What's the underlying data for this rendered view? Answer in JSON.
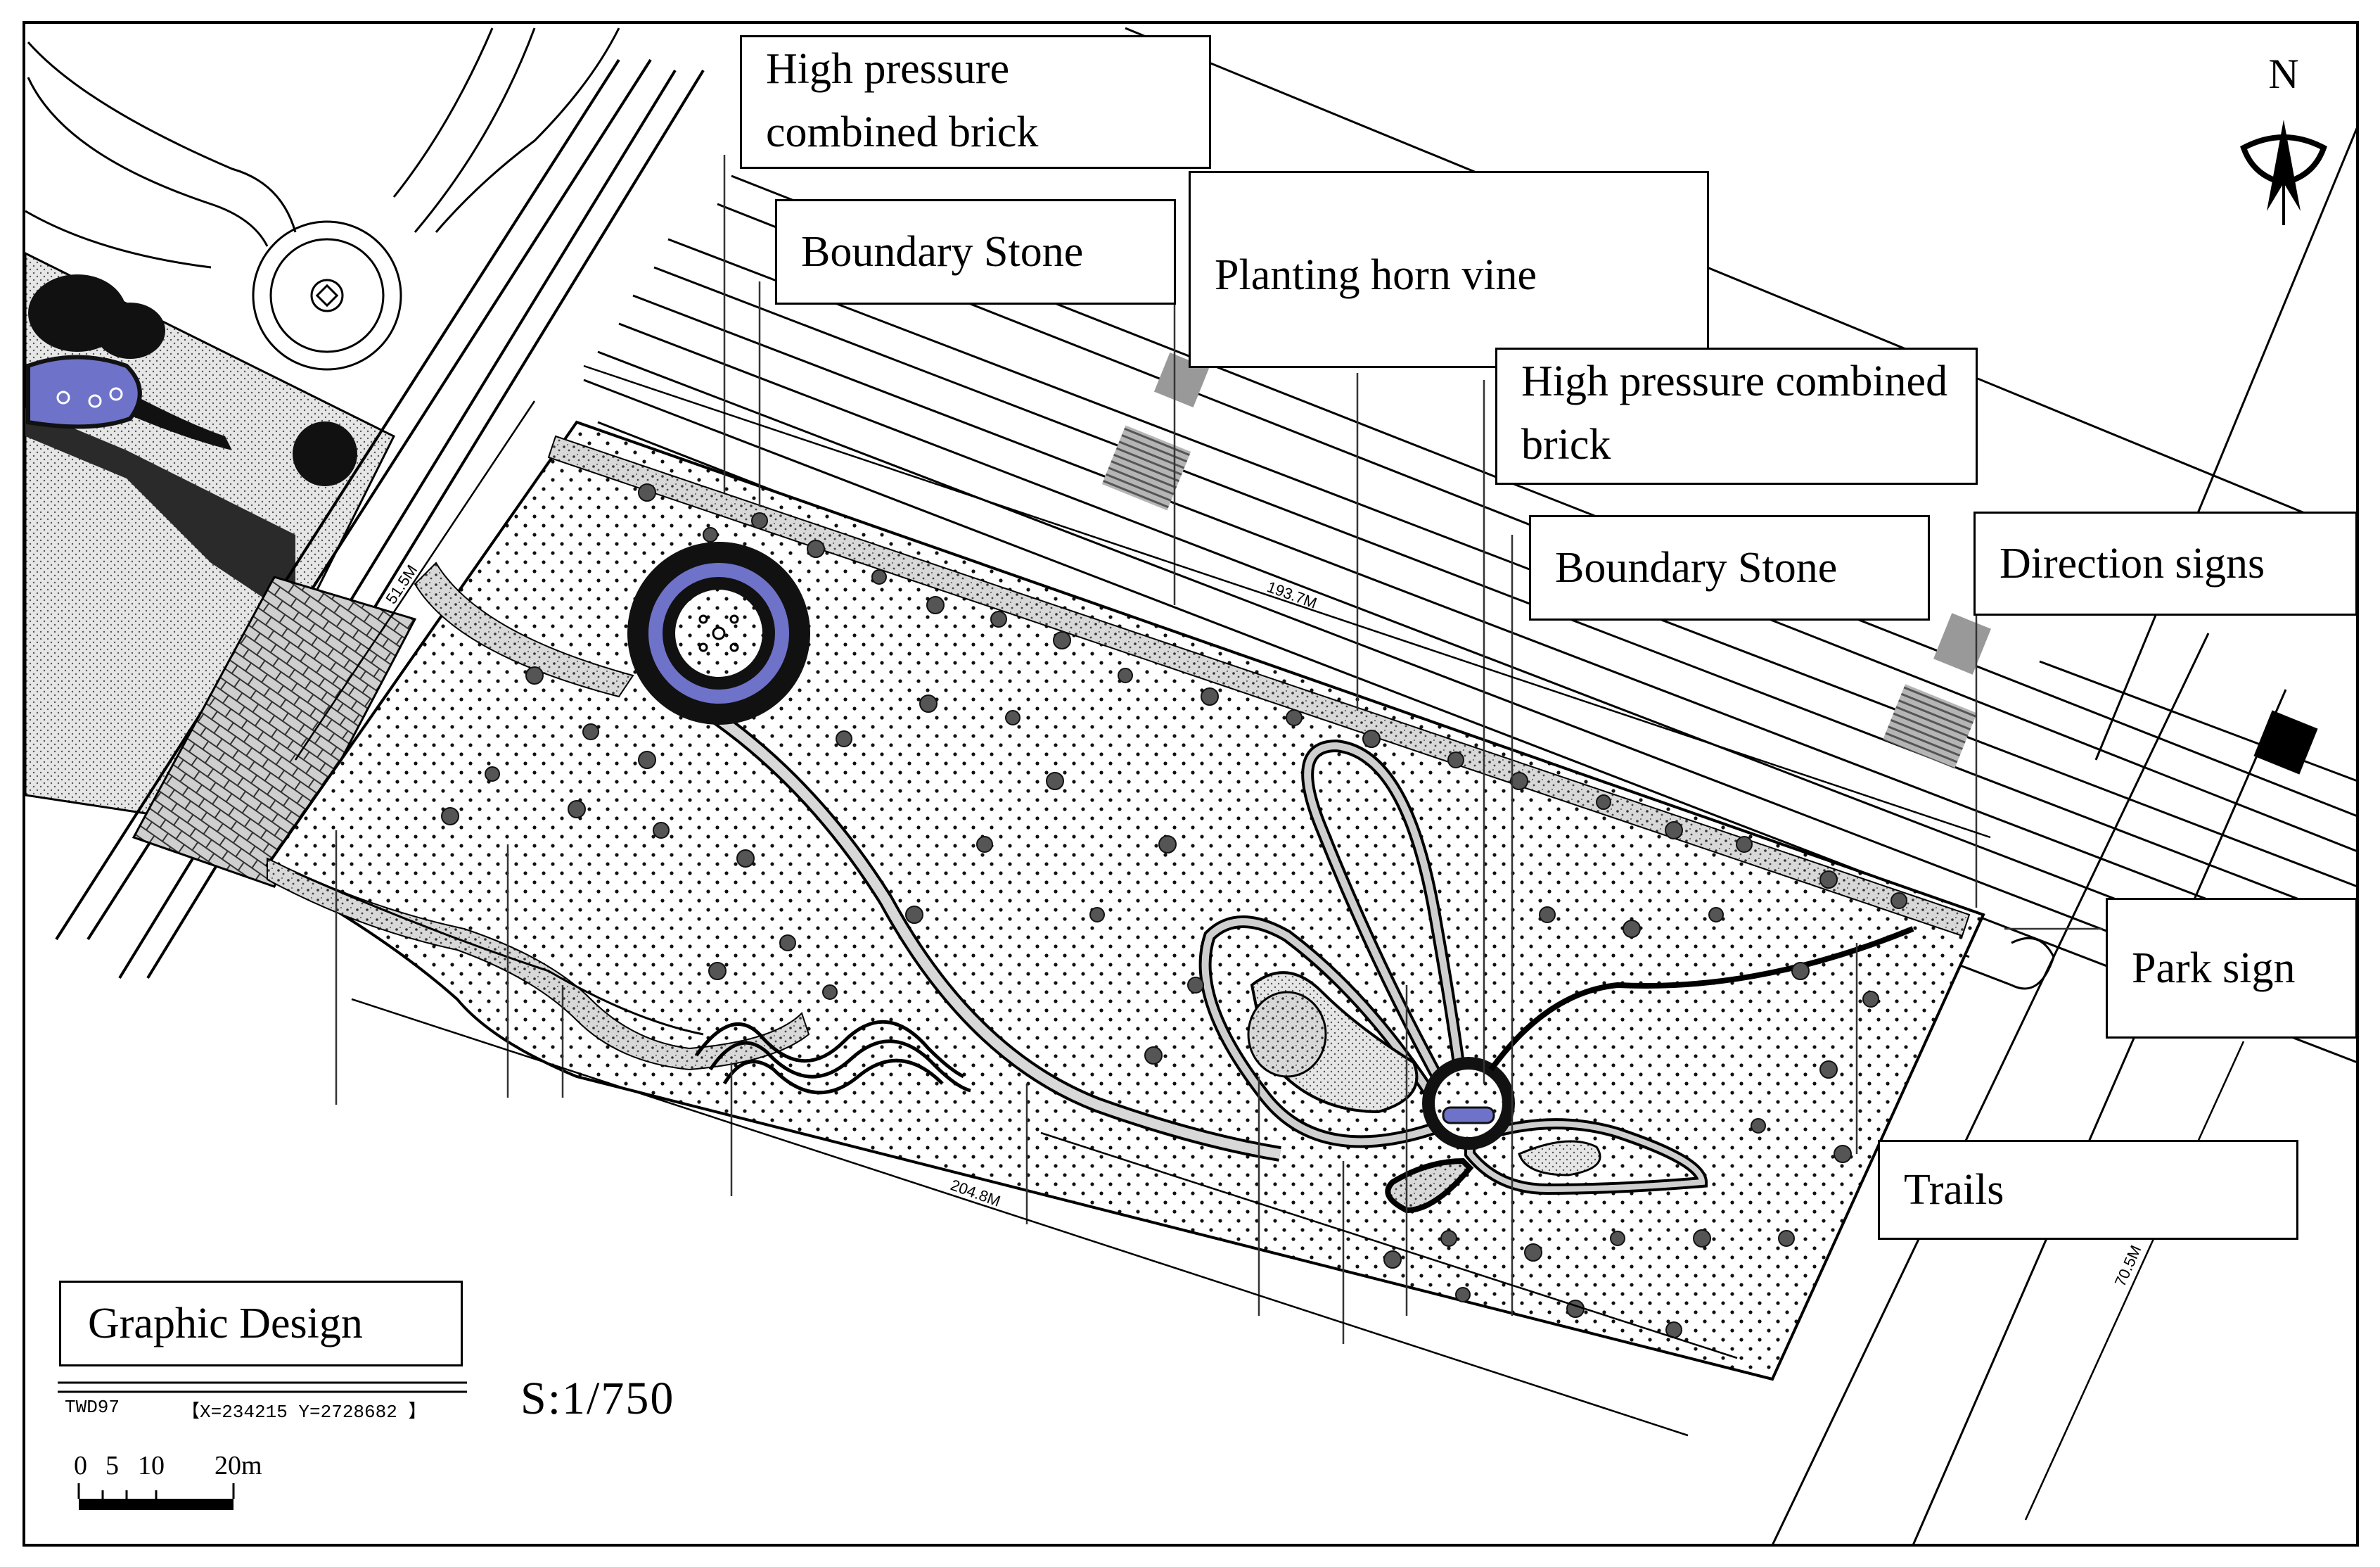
{
  "north_arrow": {
    "letter": "N",
    "icon": "north-arrow-icon"
  },
  "callouts": {
    "high_pressure_brick_1": "High pressure combined brick",
    "boundary_stone_1": "Boundary Stone",
    "planting_horn_vine": "Planting horn vine",
    "high_pressure_brick_2": "High pressure combined brick",
    "boundary_stone_2": "Boundary Stone",
    "direction_signs": "Direction signs",
    "park_sign": "Park sign",
    "trails": "Trails"
  },
  "dimensions": {
    "top_length": "193.7M",
    "bottom_length": "204.8M",
    "right_width": "70.5M",
    "left_width": "51.5M"
  },
  "title_block": {
    "title": "Graphic Design",
    "datum": "TWD97",
    "coords": "【X=234215  Y=2728682 】",
    "scale_text": "S:1/750",
    "scale_bar_labels": [
      "0",
      "5",
      "10",
      "20m"
    ]
  },
  "colors": {
    "water_blue": "#6f72c9",
    "line": "#000000",
    "hatch_gray": "#9a9a9a"
  }
}
